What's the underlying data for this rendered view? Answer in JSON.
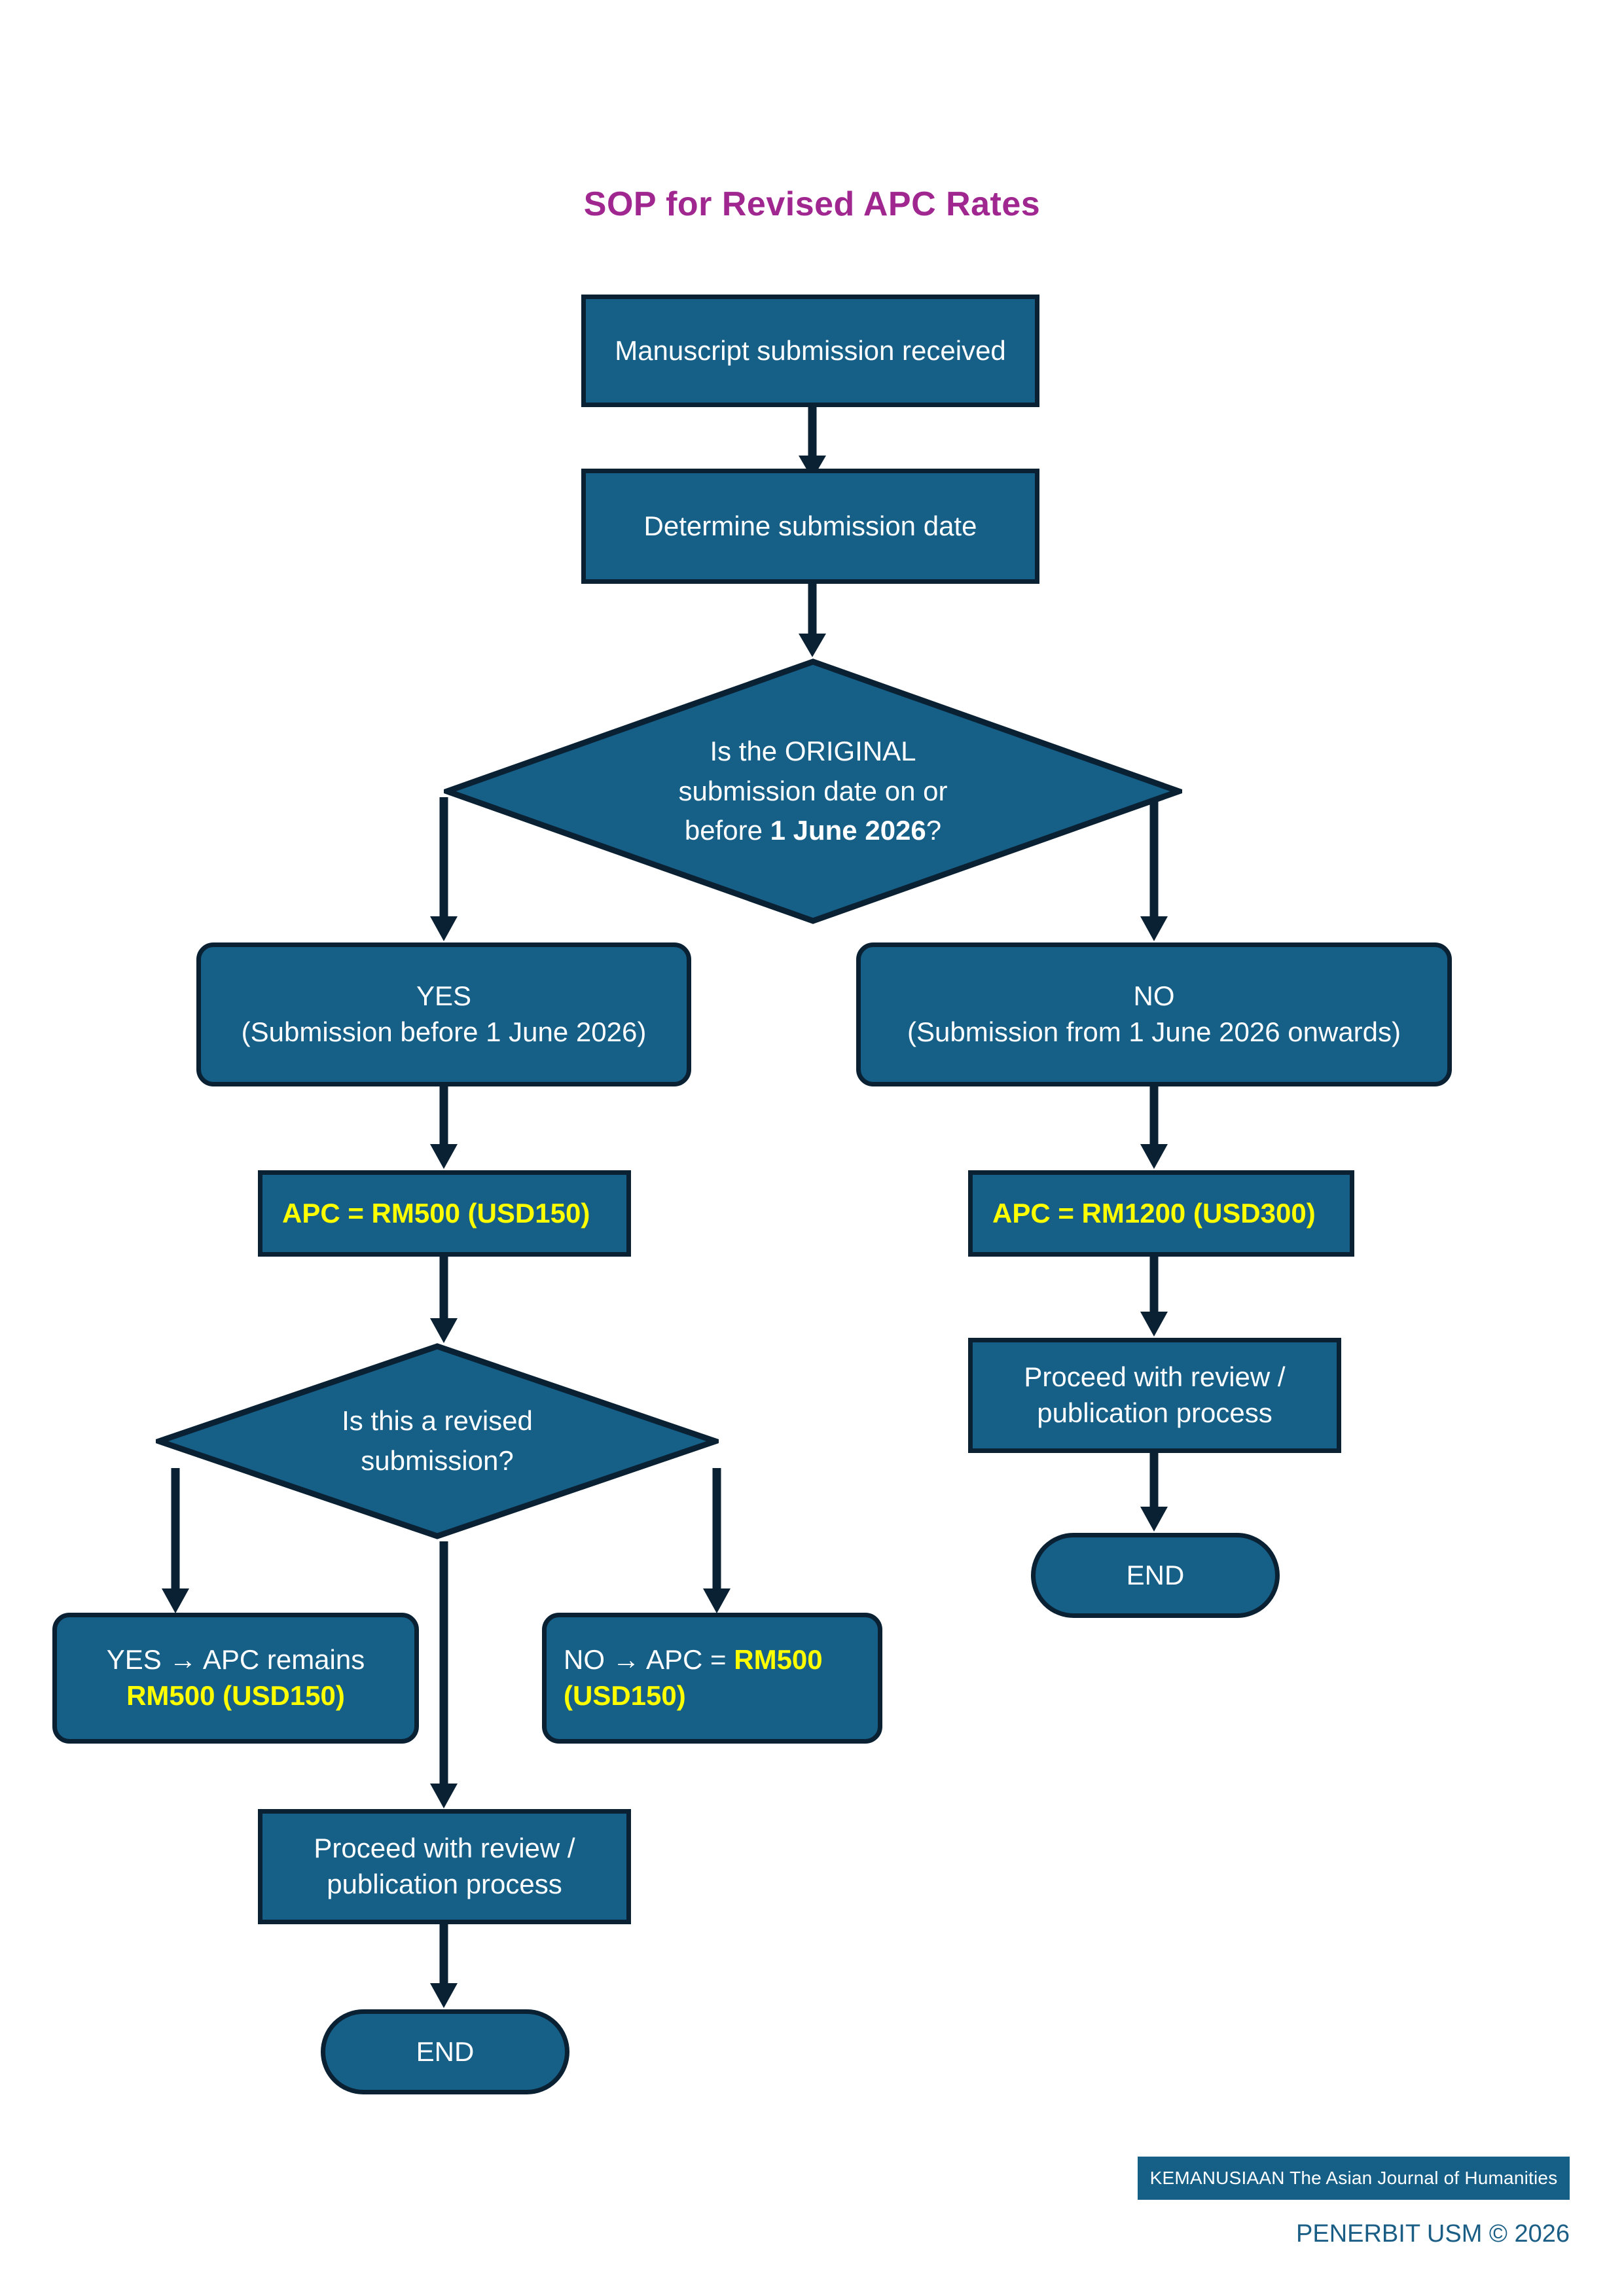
{
  "title": "SOP for Revised APC Rates",
  "colors": {
    "node_fill": "#165F87",
    "node_border": "#0A2133",
    "title_text": "#A0278F",
    "highlight_text": "#FFFF00",
    "node_text": "#FFFFFF",
    "page_background": "#FFFFFF"
  },
  "flowchart": {
    "type": "flowchart",
    "nodes": {
      "start": {
        "label": "Manuscript submission received",
        "shape": "rectangle"
      },
      "determine_date": {
        "label": "Determine submission date",
        "shape": "rectangle"
      },
      "decision_original_date": {
        "shape": "diamond",
        "line1": "Is the ORIGINAL",
        "line2": "submission date on or",
        "line3_prefix": "before ",
        "line3_bold": "1 June 2026",
        "line3_suffix": "?"
      },
      "branch_yes": {
        "shape": "rounded-rectangle",
        "line1": "YES",
        "line2": "(Submission before 1 June 2026)"
      },
      "branch_no": {
        "shape": "rounded-rectangle",
        "line1": "NO",
        "line2": "(Submission from 1 June 2026 onwards)"
      },
      "apc_low": {
        "label": "APC = RM500 (USD150)",
        "shape": "rectangle",
        "emphasis": "yellow-bold"
      },
      "apc_high": {
        "label": "APC = RM1200 (USD300)",
        "shape": "rectangle",
        "emphasis": "yellow-bold"
      },
      "decision_revised": {
        "shape": "diamond",
        "line1": "Is this a revised",
        "line2": "submission?"
      },
      "revised_yes": {
        "shape": "rounded-rectangle",
        "plain": "YES → APC remains",
        "highlight": "RM500 (USD150)"
      },
      "revised_no": {
        "shape": "rounded-rectangle",
        "plain": "NO → APC = ",
        "highlight": "RM500 (USD150)"
      },
      "proceed_left": {
        "shape": "rectangle",
        "line1": "Proceed with review /",
        "line2": "publication process"
      },
      "proceed_right": {
        "shape": "rectangle",
        "line1": "Proceed with review /",
        "line2": "publication process"
      },
      "end_left": {
        "label": "END",
        "shape": "stadium"
      },
      "end_right": {
        "label": "END",
        "shape": "stadium"
      }
    },
    "edges": [
      {
        "from": "start",
        "to": "determine_date"
      },
      {
        "from": "determine_date",
        "to": "decision_original_date"
      },
      {
        "from": "decision_original_date",
        "to": "branch_yes",
        "side": "left"
      },
      {
        "from": "decision_original_date",
        "to": "branch_no",
        "side": "right"
      },
      {
        "from": "branch_yes",
        "to": "apc_low"
      },
      {
        "from": "branch_no",
        "to": "apc_high"
      },
      {
        "from": "apc_low",
        "to": "decision_revised"
      },
      {
        "from": "apc_high",
        "to": "proceed_right"
      },
      {
        "from": "decision_revised",
        "to": "revised_yes",
        "side": "left"
      },
      {
        "from": "decision_revised",
        "to": "revised_no",
        "side": "right"
      },
      {
        "from": "decision_revised",
        "to": "proceed_left",
        "side": "bottom"
      },
      {
        "from": "proceed_left",
        "to": "end_left"
      },
      {
        "from": "proceed_right",
        "to": "end_right"
      }
    ]
  },
  "footer": {
    "banner": "KEMANUSIAAN The Asian Journal of Humanities",
    "copyright": "PENERBIT USM © 2026"
  }
}
